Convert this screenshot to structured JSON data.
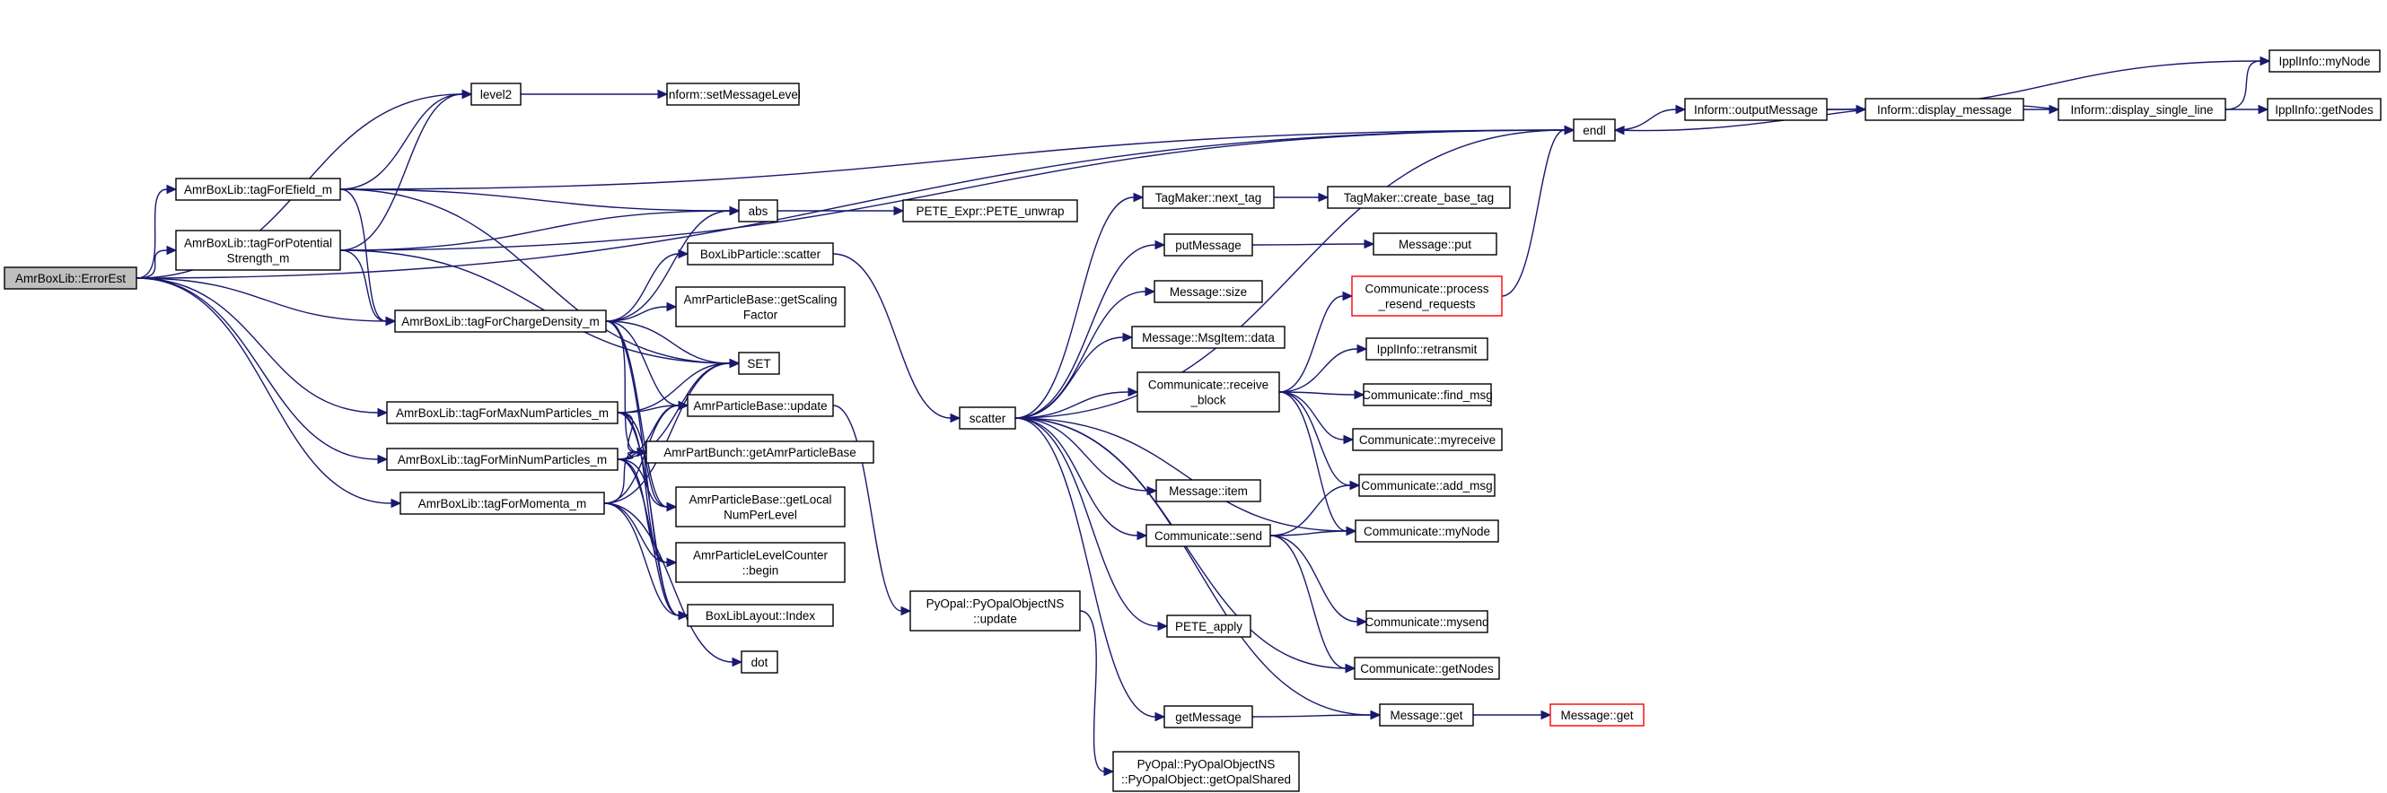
{
  "graph": {
    "nodes": [
      {
        "id": "errorest",
        "name": "node-amrboxlib-errorest",
        "lines": [
          "AmrBoxLib::ErrorEst"
        ],
        "root": true
      },
      {
        "id": "tagefield",
        "name": "node-amrboxlib-tagforefield-m",
        "lines": [
          "AmrBoxLib::tagForEfield_m"
        ]
      },
      {
        "id": "tagpot",
        "name": "node-amrboxlib-tagforpotentialstrength-m",
        "lines": [
          "AmrBoxLib::tagForPotential",
          "Strength_m"
        ]
      },
      {
        "id": "tagcharge",
        "name": "node-amrboxlib-tagforchargedensity-m",
        "lines": [
          "AmrBoxLib::tagForChargeDensity_m"
        ]
      },
      {
        "id": "tagmax",
        "name": "node-amrboxlib-tagformaxnumparticles-m",
        "lines": [
          "AmrBoxLib::tagForMaxNumParticles_m"
        ]
      },
      {
        "id": "tagmin",
        "name": "node-amrboxlib-tagforminnumparticles-m",
        "lines": [
          "AmrBoxLib::tagForMinNumParticles_m"
        ]
      },
      {
        "id": "tagmom",
        "name": "node-amrboxlib-tagformomenta-m",
        "lines": [
          "AmrBoxLib::tagForMomenta_m"
        ]
      },
      {
        "id": "level2",
        "name": "node-level2",
        "lines": [
          "level2"
        ]
      },
      {
        "id": "setmsg",
        "name": "node-inform-setmessagelevel",
        "lines": [
          "Inform::setMessageLevel"
        ]
      },
      {
        "id": "abs",
        "name": "node-abs",
        "lines": [
          "abs"
        ]
      },
      {
        "id": "pete_unwrap",
        "name": "node-pete-expr-pete-unwrap",
        "lines": [
          "PETE_Expr::PETE_unwrap"
        ]
      },
      {
        "id": "blpscatter",
        "name": "node-boxlibparticle-scatter",
        "lines": [
          "BoxLibParticle::scatter"
        ]
      },
      {
        "id": "getscaling",
        "name": "node-amrparticlebase-getscalingfactor",
        "lines": [
          "AmrParticleBase::getScaling",
          "Factor"
        ]
      },
      {
        "id": "set",
        "name": "node-set",
        "lines": [
          "SET"
        ]
      },
      {
        "id": "apbupdate",
        "name": "node-amrparticlebase-update",
        "lines": [
          "AmrParticleBase::update"
        ]
      },
      {
        "id": "getapb",
        "name": "node-amrpartbunch-getamrparticlebase",
        "lines": [
          "AmrPartBunch::getAmrParticleBase"
        ]
      },
      {
        "id": "getlocal",
        "name": "node-amrparticlebase-getlocalnumperlevel",
        "lines": [
          "AmrParticleBase::getLocal",
          "NumPerLevel"
        ]
      },
      {
        "id": "lvlbegin",
        "name": "node-amrparticlelevelcounter-begin",
        "lines": [
          "AmrParticleLevelCounter",
          "::begin"
        ]
      },
      {
        "id": "bllindex",
        "name": "node-boxliblayout-index",
        "lines": [
          "BoxLibLayout::Index"
        ]
      },
      {
        "id": "dot",
        "name": "node-dot",
        "lines": [
          "dot"
        ]
      },
      {
        "id": "pyupdate",
        "name": "node-pyopal-pyopalobjectns-update",
        "lines": [
          "PyOpal::PyOpalObjectNS",
          "::update"
        ]
      },
      {
        "id": "pyshared",
        "name": "node-pyopal-getopalshared",
        "lines": [
          "PyOpal::PyOpalObjectNS",
          "::PyOpalObject::getOpalShared"
        ]
      },
      {
        "id": "scatter",
        "name": "node-scatter",
        "lines": [
          "scatter"
        ]
      },
      {
        "id": "nexttag",
        "name": "node-tagmaker-next-tag",
        "lines": [
          "TagMaker::next_tag"
        ]
      },
      {
        "id": "createtag",
        "name": "node-tagmaker-create-base-tag",
        "lines": [
          "TagMaker::create_base_tag"
        ]
      },
      {
        "id": "putmsg",
        "name": "node-putmessage",
        "lines": [
          "putMessage"
        ]
      },
      {
        "id": "msgput",
        "name": "node-message-put",
        "lines": [
          "Message::put"
        ]
      },
      {
        "id": "msgsize",
        "name": "node-message-size",
        "lines": [
          "Message::size"
        ]
      },
      {
        "id": "msgdata",
        "name": "node-message-msgitem-data",
        "lines": [
          "Message::MsgItem::data"
        ]
      },
      {
        "id": "recvblock",
        "name": "node-communicate-receive-block",
        "lines": [
          "Communicate::receive",
          "_block"
        ]
      },
      {
        "id": "msgitem",
        "name": "node-message-item",
        "lines": [
          "Message::item"
        ]
      },
      {
        "id": "send",
        "name": "node-communicate-send",
        "lines": [
          "Communicate::send"
        ]
      },
      {
        "id": "peteapply",
        "name": "node-pete-apply",
        "lines": [
          "PETE_apply"
        ]
      },
      {
        "id": "getmessage",
        "name": "node-getmessage",
        "lines": [
          "getMessage"
        ]
      },
      {
        "id": "procresend",
        "name": "node-communicate-process-resend-requests",
        "lines": [
          "Communicate::process",
          "_resend_requests"
        ],
        "red": true
      },
      {
        "id": "retransmit",
        "name": "node-ipplinfo-retransmit",
        "lines": [
          "IpplInfo::retransmit"
        ]
      },
      {
        "id": "findmsg",
        "name": "node-communicate-find-msg",
        "lines": [
          "Communicate::find_msg"
        ]
      },
      {
        "id": "myreceive",
        "name": "node-communicate-myreceive",
        "lines": [
          "Communicate::myreceive"
        ]
      },
      {
        "id": "addmsg",
        "name": "node-communicate-add-msg",
        "lines": [
          "Communicate::add_msg"
        ]
      },
      {
        "id": "commnode",
        "name": "node-communicate-mynode",
        "lines": [
          "Communicate::myNode"
        ]
      },
      {
        "id": "mysend",
        "name": "node-communicate-mysend",
        "lines": [
          "Communicate::mysend"
        ]
      },
      {
        "id": "getnodes",
        "name": "node-communicate-getnodes",
        "lines": [
          "Communicate::getNodes"
        ]
      },
      {
        "id": "msgget",
        "name": "node-message-get",
        "lines": [
          "Message::get"
        ]
      },
      {
        "id": "msgget2",
        "name": "node-message-get-external",
        "lines": [
          "Message::get"
        ],
        "red": true
      },
      {
        "id": "endl",
        "name": "node-endl",
        "lines": [
          "endl"
        ]
      },
      {
        "id": "outmsg",
        "name": "node-inform-outputmessage",
        "lines": [
          "Inform::outputMessage"
        ]
      },
      {
        "id": "dispmsg",
        "name": "node-inform-display-message",
        "lines": [
          "Inform::display_message"
        ]
      },
      {
        "id": "dispsingle",
        "name": "node-inform-display-single-line",
        "lines": [
          "Inform::display_single_line"
        ]
      },
      {
        "id": "ipplnode",
        "name": "node-ipplinfo-mynode",
        "lines": [
          "IpplInfo::myNode"
        ]
      },
      {
        "id": "ipplnodes",
        "name": "node-ipplinfo-getnodes",
        "lines": [
          "IpplInfo::getNodes"
        ]
      }
    ],
    "edges": [
      [
        "errorest",
        "endl"
      ],
      [
        "errorest",
        "level2"
      ],
      [
        "errorest",
        "tagefield"
      ],
      [
        "errorest",
        "tagpot"
      ],
      [
        "errorest",
        "tagcharge"
      ],
      [
        "errorest",
        "tagmax"
      ],
      [
        "errorest",
        "tagmin"
      ],
      [
        "errorest",
        "tagmom"
      ],
      [
        "tagefield",
        "endl"
      ],
      [
        "tagefield",
        "level2"
      ],
      [
        "tagefield",
        "abs"
      ],
      [
        "tagefield",
        "tagcharge"
      ],
      [
        "tagefield",
        "set"
      ],
      [
        "tagpot",
        "endl"
      ],
      [
        "tagpot",
        "level2"
      ],
      [
        "tagpot",
        "abs"
      ],
      [
        "tagpot",
        "tagcharge"
      ],
      [
        "tagpot",
        "set"
      ],
      [
        "tagcharge",
        "abs"
      ],
      [
        "tagcharge",
        "blpscatter"
      ],
      [
        "tagcharge",
        "getscaling"
      ],
      [
        "tagcharge",
        "set"
      ],
      [
        "tagcharge",
        "apbupdate"
      ],
      [
        "tagcharge",
        "getapb"
      ],
      [
        "tagcharge",
        "getlocal"
      ],
      [
        "tagcharge",
        "bllindex"
      ],
      [
        "tagmax",
        "set"
      ],
      [
        "tagmax",
        "apbupdate"
      ],
      [
        "tagmax",
        "getapb"
      ],
      [
        "tagmax",
        "getlocal"
      ],
      [
        "tagmax",
        "lvlbegin"
      ],
      [
        "tagmax",
        "bllindex"
      ],
      [
        "tagmin",
        "set"
      ],
      [
        "tagmin",
        "apbupdate"
      ],
      [
        "tagmin",
        "getapb"
      ],
      [
        "tagmin",
        "getlocal"
      ],
      [
        "tagmin",
        "lvlbegin"
      ],
      [
        "tagmin",
        "bllindex"
      ],
      [
        "tagmom",
        "set"
      ],
      [
        "tagmom",
        "apbupdate"
      ],
      [
        "tagmom",
        "getapb"
      ],
      [
        "tagmom",
        "lvlbegin"
      ],
      [
        "tagmom",
        "bllindex"
      ],
      [
        "tagmom",
        "dot"
      ],
      [
        "level2",
        "setmsg"
      ],
      [
        "abs",
        "pete_unwrap"
      ],
      [
        "blpscatter",
        "scatter"
      ],
      [
        "apbupdate",
        "pyupdate"
      ],
      [
        "pyupdate",
        "pyshared"
      ],
      [
        "scatter",
        "endl"
      ],
      [
        "scatter",
        "nexttag"
      ],
      [
        "scatter",
        "putmsg"
      ],
      [
        "scatter",
        "msgsize"
      ],
      [
        "scatter",
        "msgdata"
      ],
      [
        "scatter",
        "recvblock"
      ],
      [
        "scatter",
        "msgitem"
      ],
      [
        "scatter",
        "send"
      ],
      [
        "scatter",
        "peteapply"
      ],
      [
        "scatter",
        "getmessage"
      ],
      [
        "scatter",
        "commnode"
      ],
      [
        "scatter",
        "getnodes"
      ],
      [
        "scatter",
        "msgget"
      ],
      [
        "nexttag",
        "createtag"
      ],
      [
        "putmsg",
        "msgput"
      ],
      [
        "recvblock",
        "procresend"
      ],
      [
        "recvblock",
        "retransmit"
      ],
      [
        "recvblock",
        "findmsg"
      ],
      [
        "recvblock",
        "myreceive"
      ],
      [
        "recvblock",
        "addmsg"
      ],
      [
        "recvblock",
        "commnode"
      ],
      [
        "send",
        "addmsg"
      ],
      [
        "send",
        "commnode"
      ],
      [
        "send",
        "mysend"
      ],
      [
        "send",
        "getnodes"
      ],
      [
        "getmessage",
        "msgget"
      ],
      [
        "msgget",
        "msgget2"
      ],
      [
        "procresend",
        "endl"
      ],
      [
        "endl",
        "outmsg"
      ],
      [
        "outmsg",
        "ipplnode"
      ],
      [
        "outmsg",
        "dispmsg"
      ],
      [
        "dispmsg",
        "dispsingle"
      ],
      [
        "dispsingle",
        "ipplnode"
      ],
      [
        "dispsingle",
        "ipplnodes"
      ],
      [
        "dispsingle",
        "endl"
      ]
    ]
  }
}
